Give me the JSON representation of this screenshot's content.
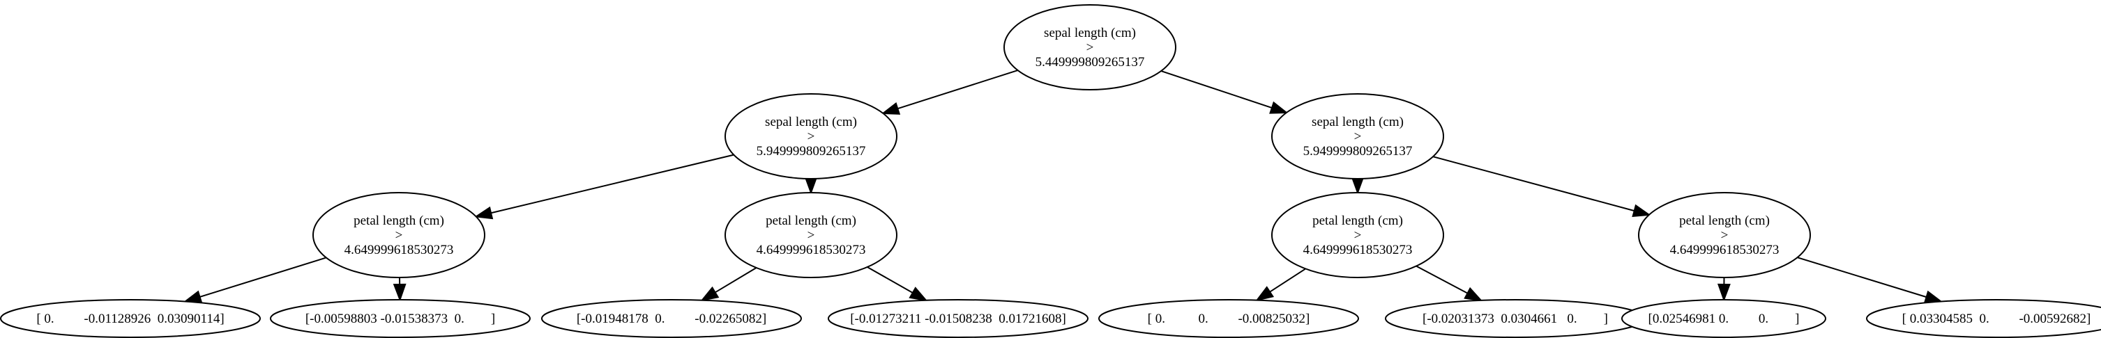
{
  "tree": {
    "nodes": [
      {
        "id": "n0",
        "lines": [
          "sepal length (cm)",
          ">",
          "5.449999809265137"
        ]
      },
      {
        "id": "n1",
        "lines": [
          "sepal length (cm)",
          ">",
          "5.949999809265137"
        ]
      },
      {
        "id": "n2",
        "lines": [
          "sepal length (cm)",
          ">",
          "5.949999809265137"
        ]
      },
      {
        "id": "n3",
        "lines": [
          "petal length (cm)",
          ">",
          "4.649999618530273"
        ]
      },
      {
        "id": "n4",
        "lines": [
          "petal length (cm)",
          ">",
          "4.649999618530273"
        ]
      },
      {
        "id": "n5",
        "lines": [
          "petal length (cm)",
          ">",
          "4.649999618530273"
        ]
      },
      {
        "id": "n6",
        "lines": [
          "petal length (cm)",
          ">",
          "4.649999618530273"
        ]
      },
      {
        "id": "l1",
        "lines": [
          "[ 0.         -0.01128926  0.03090114]"
        ]
      },
      {
        "id": "l2",
        "lines": [
          "[-0.00598803 -0.01538373  0.        ]"
        ]
      },
      {
        "id": "l3",
        "lines": [
          "[-0.01948178  0.         -0.02265082]"
        ]
      },
      {
        "id": "l4",
        "lines": [
          "[-0.01273211 -0.01508238  0.01721608]"
        ]
      },
      {
        "id": "l5",
        "lines": [
          "[ 0.          0.         -0.00825032]"
        ]
      },
      {
        "id": "l6",
        "lines": [
          "[-0.02031373  0.0304661   0.        ]"
        ]
      },
      {
        "id": "l7",
        "lines": [
          "[0.02546981 0.         0.        ]"
        ]
      },
      {
        "id": "l8",
        "lines": [
          "[ 0.03304585  0.         -0.00592682]"
        ]
      }
    ],
    "edges": [
      [
        "n0",
        "n1"
      ],
      [
        "n0",
        "n2"
      ],
      [
        "n1",
        "n3"
      ],
      [
        "n1",
        "n4"
      ],
      [
        "n2",
        "n5"
      ],
      [
        "n2",
        "n6"
      ],
      [
        "n3",
        "l1"
      ],
      [
        "n3",
        "l2"
      ],
      [
        "n4",
        "l3"
      ],
      [
        "n4",
        "l4"
      ],
      [
        "n5",
        "l5"
      ],
      [
        "n5",
        "l6"
      ],
      [
        "n6",
        "l7"
      ],
      [
        "n6",
        "l8"
      ]
    ]
  }
}
